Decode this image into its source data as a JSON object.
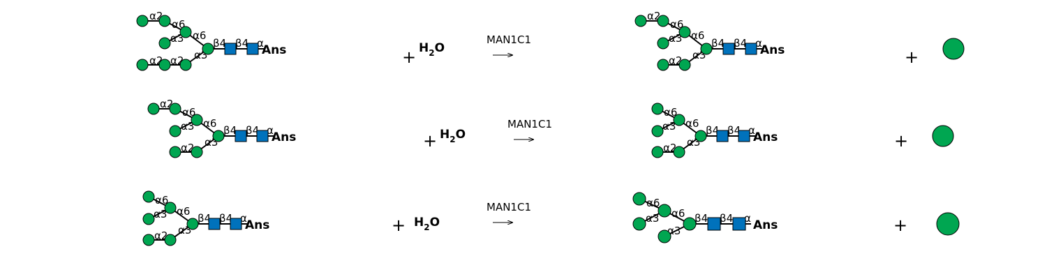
{
  "colors": {
    "mannose": "#00a651",
    "glcnac": "#0072bc",
    "stroke": "#000000"
  },
  "labels": {
    "a2": "α2",
    "a3": "α3",
    "a6": "α6",
    "a": "α",
    "b4": "β4",
    "three": "3",
    "six": "6",
    "ans": "Ans",
    "plus": "+",
    "water_h": "H",
    "water_2": "2",
    "water_o": "O",
    "enzyme": "MAN1C1"
  },
  "reactions": [
    {
      "enzyme": "MAN1C1"
    },
    {
      "enzyme": "MAN1C1"
    },
    {
      "enzyme": "MAN1C1"
    }
  ]
}
